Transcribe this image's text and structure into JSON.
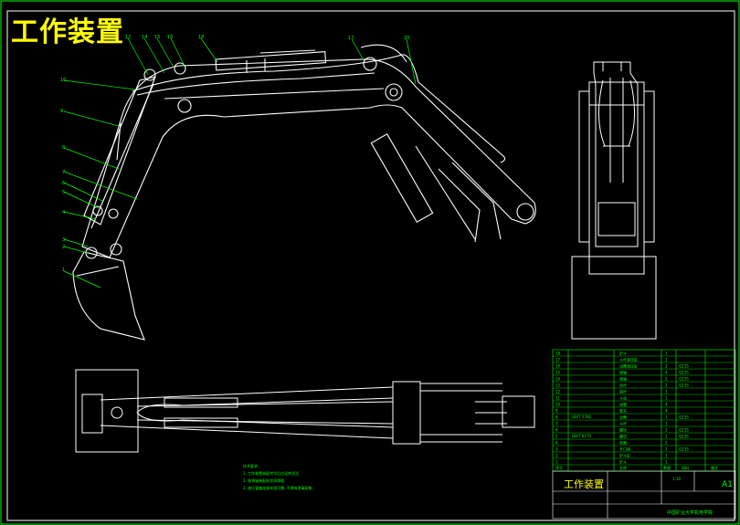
{
  "title": "工作装置",
  "notes": {
    "heading": "技术要求:",
    "items": [
      "1.  工作装置装配完毕后应运转灵活.",
      "2.  各销轴装配前涂润滑脂.",
      "3.  液压管路连接牢固可靠, 不得有渗漏现象."
    ]
  },
  "title_block": {
    "name": "工作装置",
    "sheet_size": "A1",
    "ratio": "1:10",
    "school": "中国矿业大学机电学院"
  },
  "parts_list": {
    "rows": [
      {
        "no": "18",
        "name": "铲斗",
        "qty": "1",
        "material": ""
      },
      {
        "no": "17",
        "name": "斗杆液压缸",
        "qty": "1",
        "material": ""
      },
      {
        "no": "16",
        "name": "动臂液压缸",
        "qty": "2",
        "material": "Q235"
      },
      {
        "no": "15",
        "name": "销轴",
        "qty": "4",
        "material": "Q235"
      },
      {
        "no": "14",
        "name": "销轴",
        "qty": "2",
        "material": "Q235"
      },
      {
        "no": "13",
        "name": "连杆",
        "qty": "2",
        "material": "Q235"
      },
      {
        "no": "12",
        "name": "摇杆",
        "qty": "1",
        "material": ""
      },
      {
        "no": "11",
        "name": "斗齿",
        "qty": "1",
        "material": ""
      },
      {
        "no": "10",
        "name": "油管",
        "qty": "4",
        "material": ""
      },
      {
        "no": "9",
        "name": "管夹",
        "qty": "4",
        "material": ""
      },
      {
        "no": "8",
        "name": "动臂",
        "qty": "1",
        "material": "Q235"
      },
      {
        "no": "7",
        "name": "斗杆",
        "qty": "1",
        "material": ""
      },
      {
        "no": "6",
        "name": "螺栓",
        "qty": "2",
        "material": "Q235"
      },
      {
        "no": "5",
        "name": "螺母",
        "qty": "1",
        "material": "Q235"
      },
      {
        "no": "4",
        "name": "垫圈",
        "qty": "2",
        "material": ""
      },
      {
        "no": "3",
        "name": "开口销",
        "qty": "2",
        "material": "Q235"
      },
      {
        "no": "2",
        "name": "铲斗缸",
        "qty": "1",
        "material": ""
      },
      {
        "no": "1",
        "name": "铲斗",
        "qty": "1",
        "material": ""
      }
    ],
    "std_left": [
      "GB/T 5782",
      "GB/T 6170"
    ],
    "header": {
      "no": "序号",
      "name": "名称",
      "qty": "数量",
      "material": "材料",
      "note": "备注"
    }
  },
  "balloons": [
    "1",
    "2",
    "3",
    "4",
    "5",
    "6",
    "7",
    "8",
    "9",
    "10",
    "12",
    "14",
    "15",
    "16",
    "18",
    "17",
    "20"
  ],
  "colors": {
    "geometry": "#ffffff",
    "border": "#00ff00",
    "leader": "#00ff00",
    "title": "#ffff00"
  }
}
